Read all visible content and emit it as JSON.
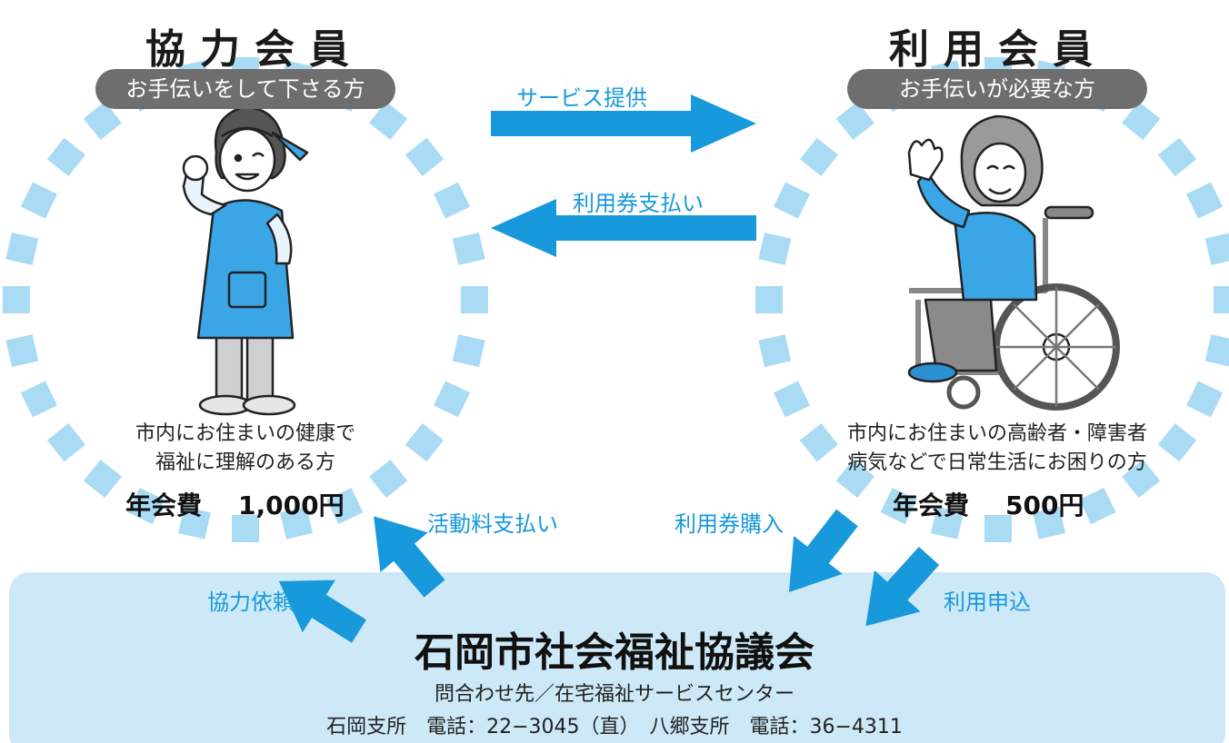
{
  "left": {
    "title": "協力会員",
    "tag": "お手伝いをして下さる方",
    "desc_line1": "市内にお住まいの健康で",
    "desc_line2": "福祉に理解のある方",
    "fee_label": "年会費",
    "fee_value": "1,000円"
  },
  "right": {
    "title": "利用会員",
    "tag": "お手伝いが必要な方",
    "desc_line1": "市内にお住まいの高齢者・障害者",
    "desc_line2": "病気などで日常生活にお困りの方",
    "fee_label": "年会費",
    "fee_value": "500円"
  },
  "arrows": {
    "service": "サービス提供",
    "ticket_pay": "利用券支払い",
    "activity_pay": "活動料支払い",
    "coop_request": "協力依頼",
    "ticket_buy": "利用券購入",
    "apply": "利用申込"
  },
  "org": {
    "name": "石岡市社会福祉協議会",
    "contact_label": "問合わせ先／在宅福祉サービスセンター",
    "phones": "石岡支所　電話：22−3045（直）　八郷支所　電話：36−4311"
  },
  "colors": {
    "accent": "#1799dc",
    "dash_ring": "#a9dbf5",
    "org_panel": "#cde9f7",
    "pill_bg": "#6e6e6e"
  }
}
